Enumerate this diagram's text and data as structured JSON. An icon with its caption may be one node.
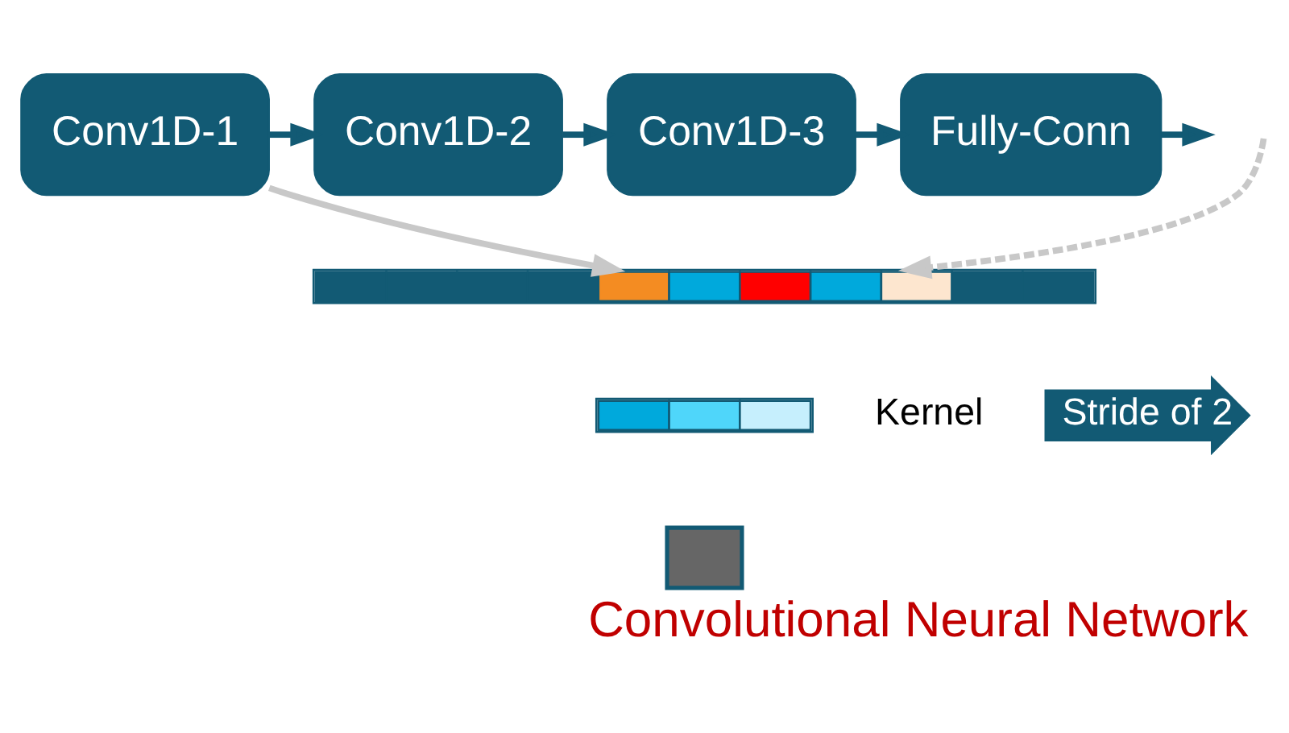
{
  "diagram": {
    "title": "Convolutional Neural Network",
    "nodes": [
      {
        "text": [
          "Conv1D-1"
        ]
      },
      {
        "text": [
          "Conv1D-2"
        ]
      },
      {
        "text": [
          "Conv1D-3"
        ]
      },
      {
        "text": [
          "Fully-Conn"
        ]
      },
      {
        "text": [],
        "shape": "bar"
      },
      {
        "text": [],
        "shape": "bar"
      },
      {
        "text": [],
        "shape": "box"
      },
      {
        "text": [
          "Stride of 2"
        ]
      }
    ],
    "edges": [
      {
        "from": 0,
        "to": 1,
        "arrow": "to"
      },
      {
        "from": 1,
        "to": 2,
        "arrow": "to"
      },
      {
        "from": 2,
        "to": 3,
        "arrow": "to"
      },
      {
        "from": 3,
        "to": null,
        "arrow": "to"
      },
      {
        "from": 0,
        "to": 4,
        "arrow": "to",
        "color": "#c8c8c8"
      },
      {
        "from": null,
        "to": 4,
        "arrow": "to",
        "style": "dashed",
        "color": "#c8c8c8"
      }
    ],
    "labels": [
      "Kernel"
    ]
  }
}
